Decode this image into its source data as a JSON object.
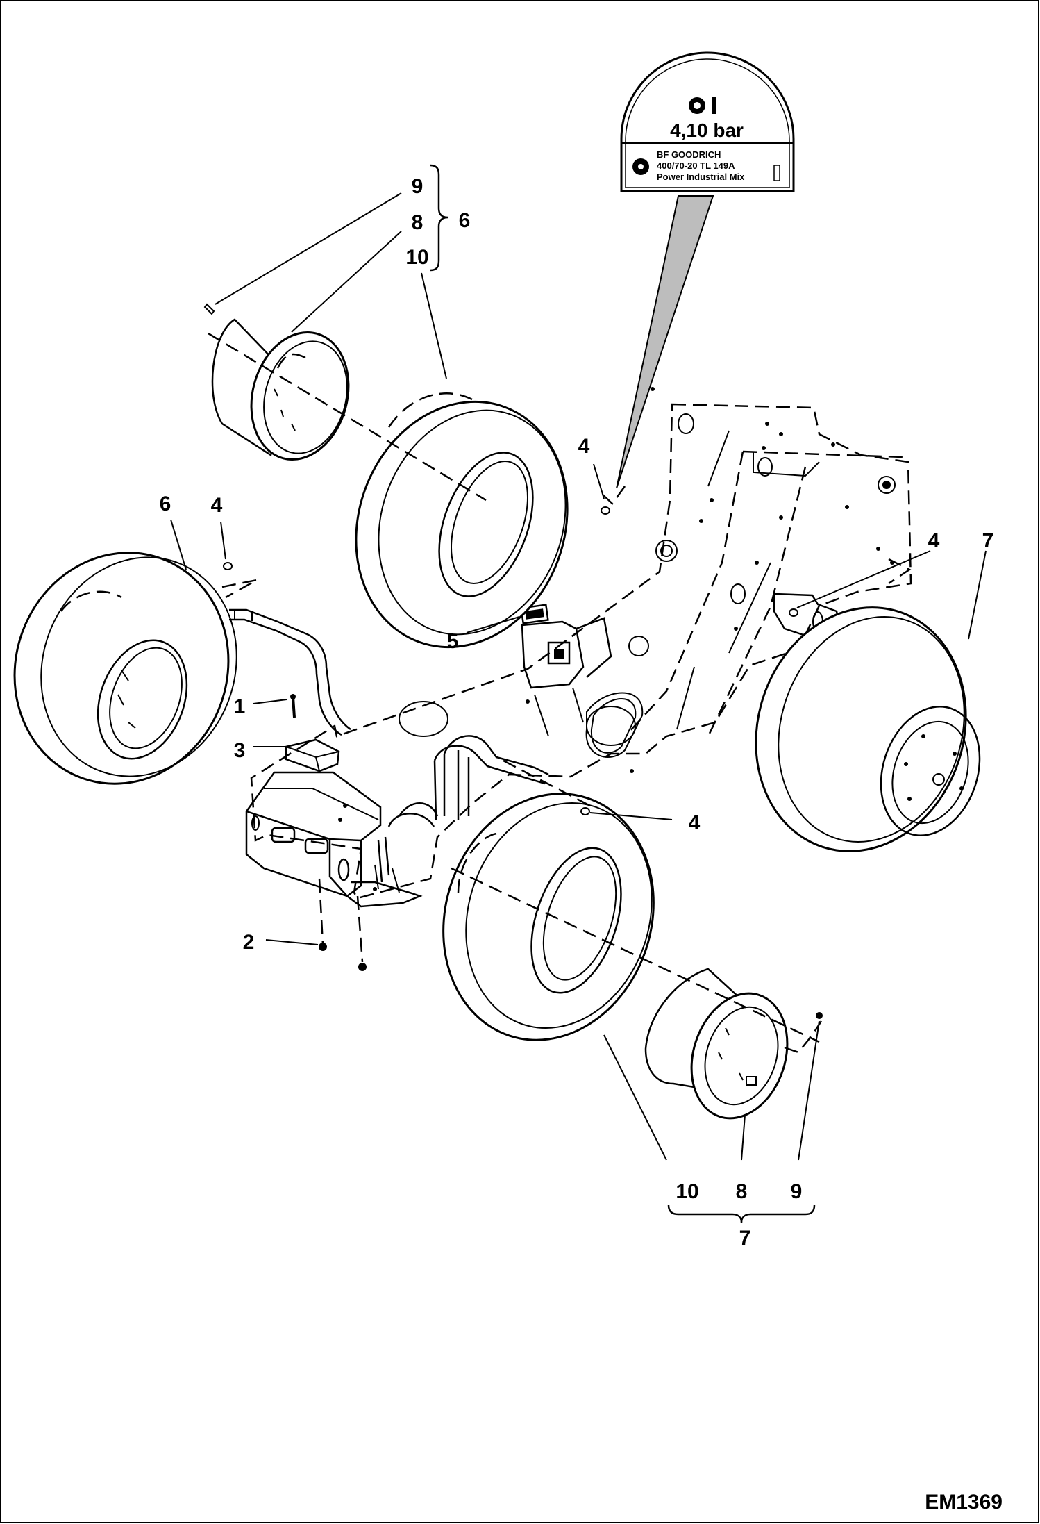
{
  "diagram": {
    "code": "EM1369",
    "tire_label": {
      "pressure": "4,10 bar",
      "brand": "BF GOODRICH",
      "size": "400/70-20 TL 149A",
      "model": "Power Industrial Mix"
    },
    "callouts": {
      "c1": "1",
      "c2": "2",
      "c3": "3",
      "c4a": "4",
      "c4b": "4",
      "c4c": "4",
      "c4d": "4",
      "c5": "5",
      "c6a": "6",
      "c6b": "6",
      "c7a": "7",
      "c7b": "7",
      "c8a": "8",
      "c8b": "8",
      "c9a": "9",
      "c9b": "9",
      "c10a": "10",
      "c10b": "10"
    }
  }
}
